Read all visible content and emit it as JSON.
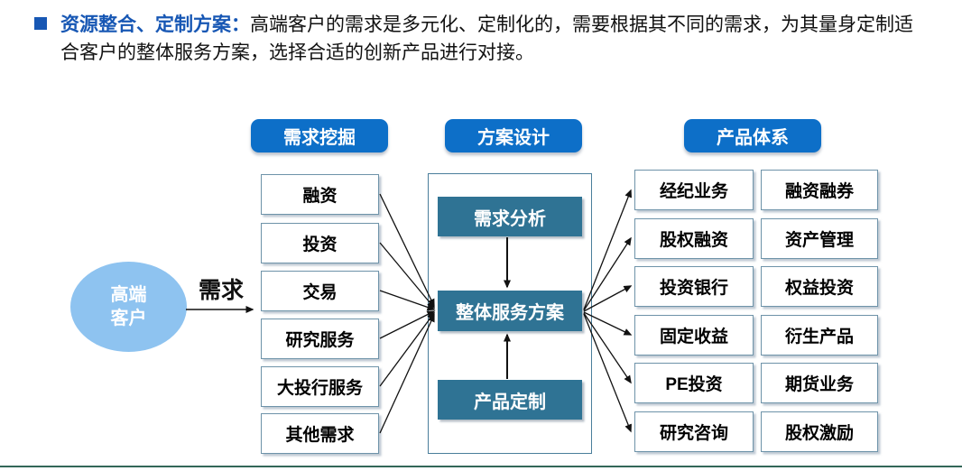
{
  "header": {
    "highlight": "资源整合、定制方案：",
    "body": "高端客户的需求是多元化、定制化的，需要根据其不同的需求，为其量身定制适合客户的整体服务方案，选择合适的创新产品进行对接。"
  },
  "colors": {
    "accent_blue": "#0d6fc8",
    "title_blue": "#1757b4",
    "teal_box": "#2f7394",
    "ellipse_blue": "#8ec3f0",
    "box_border": "#6e93a9",
    "footer_green": "#336758"
  },
  "diagram": {
    "customer": {
      "line1": "高端",
      "line2": "客户"
    },
    "demand_arrow_label": "需求",
    "stages": {
      "demand_mining": "需求挖掘",
      "solution_design": "方案设计",
      "product_system": "产品体系"
    },
    "demand_items": [
      "融资",
      "投资",
      "交易",
      "研究服务",
      "大投行服务",
      "其他需求"
    ],
    "solution_steps": [
      "需求分析",
      "整体服务方案",
      "产品定制"
    ],
    "product_col1": [
      "经纪业务",
      "股权融资",
      "投资银行",
      "固定收益",
      "PE投资",
      "研究咨询"
    ],
    "product_col2": [
      "融资融券",
      "资产管理",
      "权益投资",
      "衍生产品",
      "期货业务",
      "股权激励"
    ]
  }
}
